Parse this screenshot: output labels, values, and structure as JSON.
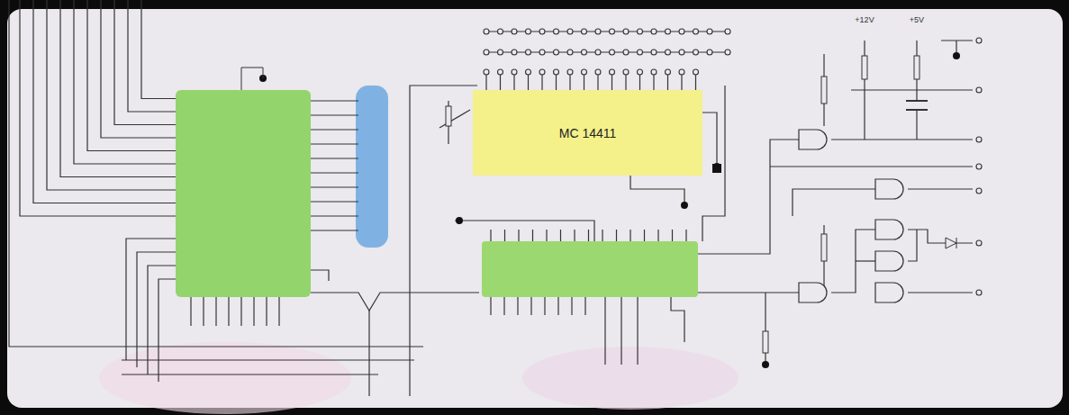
{
  "diagram": {
    "nodes": [
      {
        "text": [
          "MC 14411"
        ]
      }
    ],
    "labels": [
      "+12V",
      "+5V"
    ]
  }
}
